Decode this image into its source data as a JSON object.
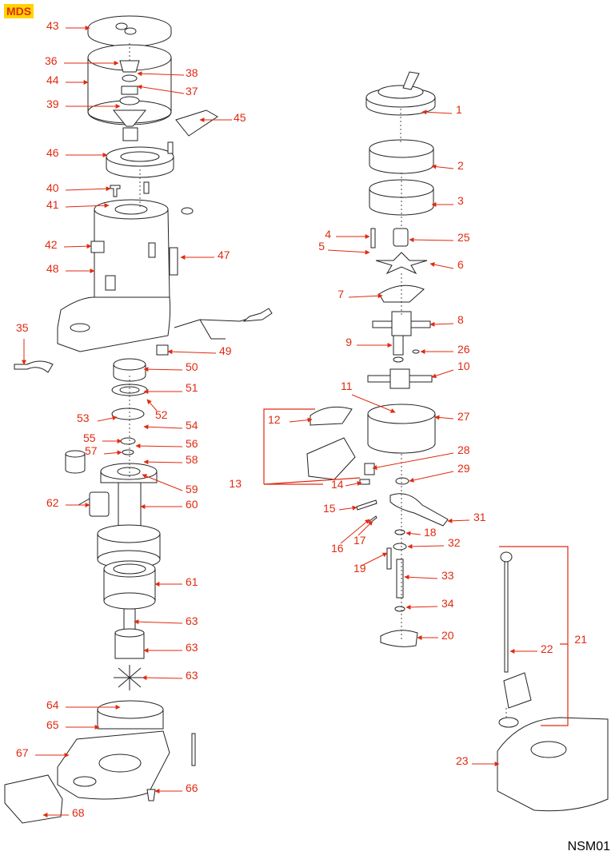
{
  "brand_badge": "MDS",
  "drawing_code": "NSM01",
  "colors": {
    "label": "#e02a10",
    "badge_bg": "#ffd400",
    "line": "#222222",
    "part_fill": "#ffffff"
  },
  "callouts": [
    {
      "id": "1",
      "text": "1"
    },
    {
      "id": "2",
      "text": "2"
    },
    {
      "id": "3",
      "text": "3"
    },
    {
      "id": "4",
      "text": "4"
    },
    {
      "id": "5",
      "text": "5"
    },
    {
      "id": "6",
      "text": "6"
    },
    {
      "id": "7",
      "text": "7"
    },
    {
      "id": "8",
      "text": "8"
    },
    {
      "id": "9",
      "text": "9"
    },
    {
      "id": "10",
      "text": "10"
    },
    {
      "id": "11",
      "text": "11"
    },
    {
      "id": "12",
      "text": "12"
    },
    {
      "id": "13",
      "text": "13"
    },
    {
      "id": "14",
      "text": "14"
    },
    {
      "id": "15",
      "text": "15"
    },
    {
      "id": "16",
      "text": "16"
    },
    {
      "id": "17",
      "text": "17"
    },
    {
      "id": "18",
      "text": "18"
    },
    {
      "id": "19",
      "text": "19"
    },
    {
      "id": "20",
      "text": "20"
    },
    {
      "id": "21",
      "text": "21"
    },
    {
      "id": "22",
      "text": "22"
    },
    {
      "id": "23",
      "text": "23"
    },
    {
      "id": "25",
      "text": "25"
    },
    {
      "id": "26",
      "text": "26"
    },
    {
      "id": "27",
      "text": "27"
    },
    {
      "id": "28",
      "text": "28"
    },
    {
      "id": "29",
      "text": "29"
    },
    {
      "id": "31",
      "text": "31"
    },
    {
      "id": "32",
      "text": "32"
    },
    {
      "id": "33",
      "text": "33"
    },
    {
      "id": "34",
      "text": "34"
    },
    {
      "id": "35",
      "text": "35"
    },
    {
      "id": "36",
      "text": "36"
    },
    {
      "id": "37",
      "text": "37"
    },
    {
      "id": "38",
      "text": "38"
    },
    {
      "id": "39",
      "text": "39"
    },
    {
      "id": "40",
      "text": "40"
    },
    {
      "id": "41",
      "text": "41"
    },
    {
      "id": "42",
      "text": "42"
    },
    {
      "id": "43",
      "text": "43"
    },
    {
      "id": "44",
      "text": "44"
    },
    {
      "id": "45",
      "text": "45"
    },
    {
      "id": "46",
      "text": "46"
    },
    {
      "id": "47",
      "text": "47"
    },
    {
      "id": "48",
      "text": "48"
    },
    {
      "id": "49",
      "text": "49"
    },
    {
      "id": "50",
      "text": "50"
    },
    {
      "id": "51",
      "text": "51"
    },
    {
      "id": "52",
      "text": "52"
    },
    {
      "id": "53",
      "text": "53"
    },
    {
      "id": "54",
      "text": "54"
    },
    {
      "id": "55",
      "text": "55"
    },
    {
      "id": "56",
      "text": "56"
    },
    {
      "id": "57",
      "text": "57"
    },
    {
      "id": "58",
      "text": "58"
    },
    {
      "id": "59",
      "text": "59"
    },
    {
      "id": "60",
      "text": "60"
    },
    {
      "id": "61",
      "text": "61"
    },
    {
      "id": "62",
      "text": "62"
    },
    {
      "id": "63a",
      "text": "63"
    },
    {
      "id": "63b",
      "text": "63"
    },
    {
      "id": "63c",
      "text": "63"
    },
    {
      "id": "64",
      "text": "64"
    },
    {
      "id": "65",
      "text": "65"
    },
    {
      "id": "66",
      "text": "66"
    },
    {
      "id": "67",
      "text": "67"
    },
    {
      "id": "68",
      "text": "68"
    }
  ]
}
